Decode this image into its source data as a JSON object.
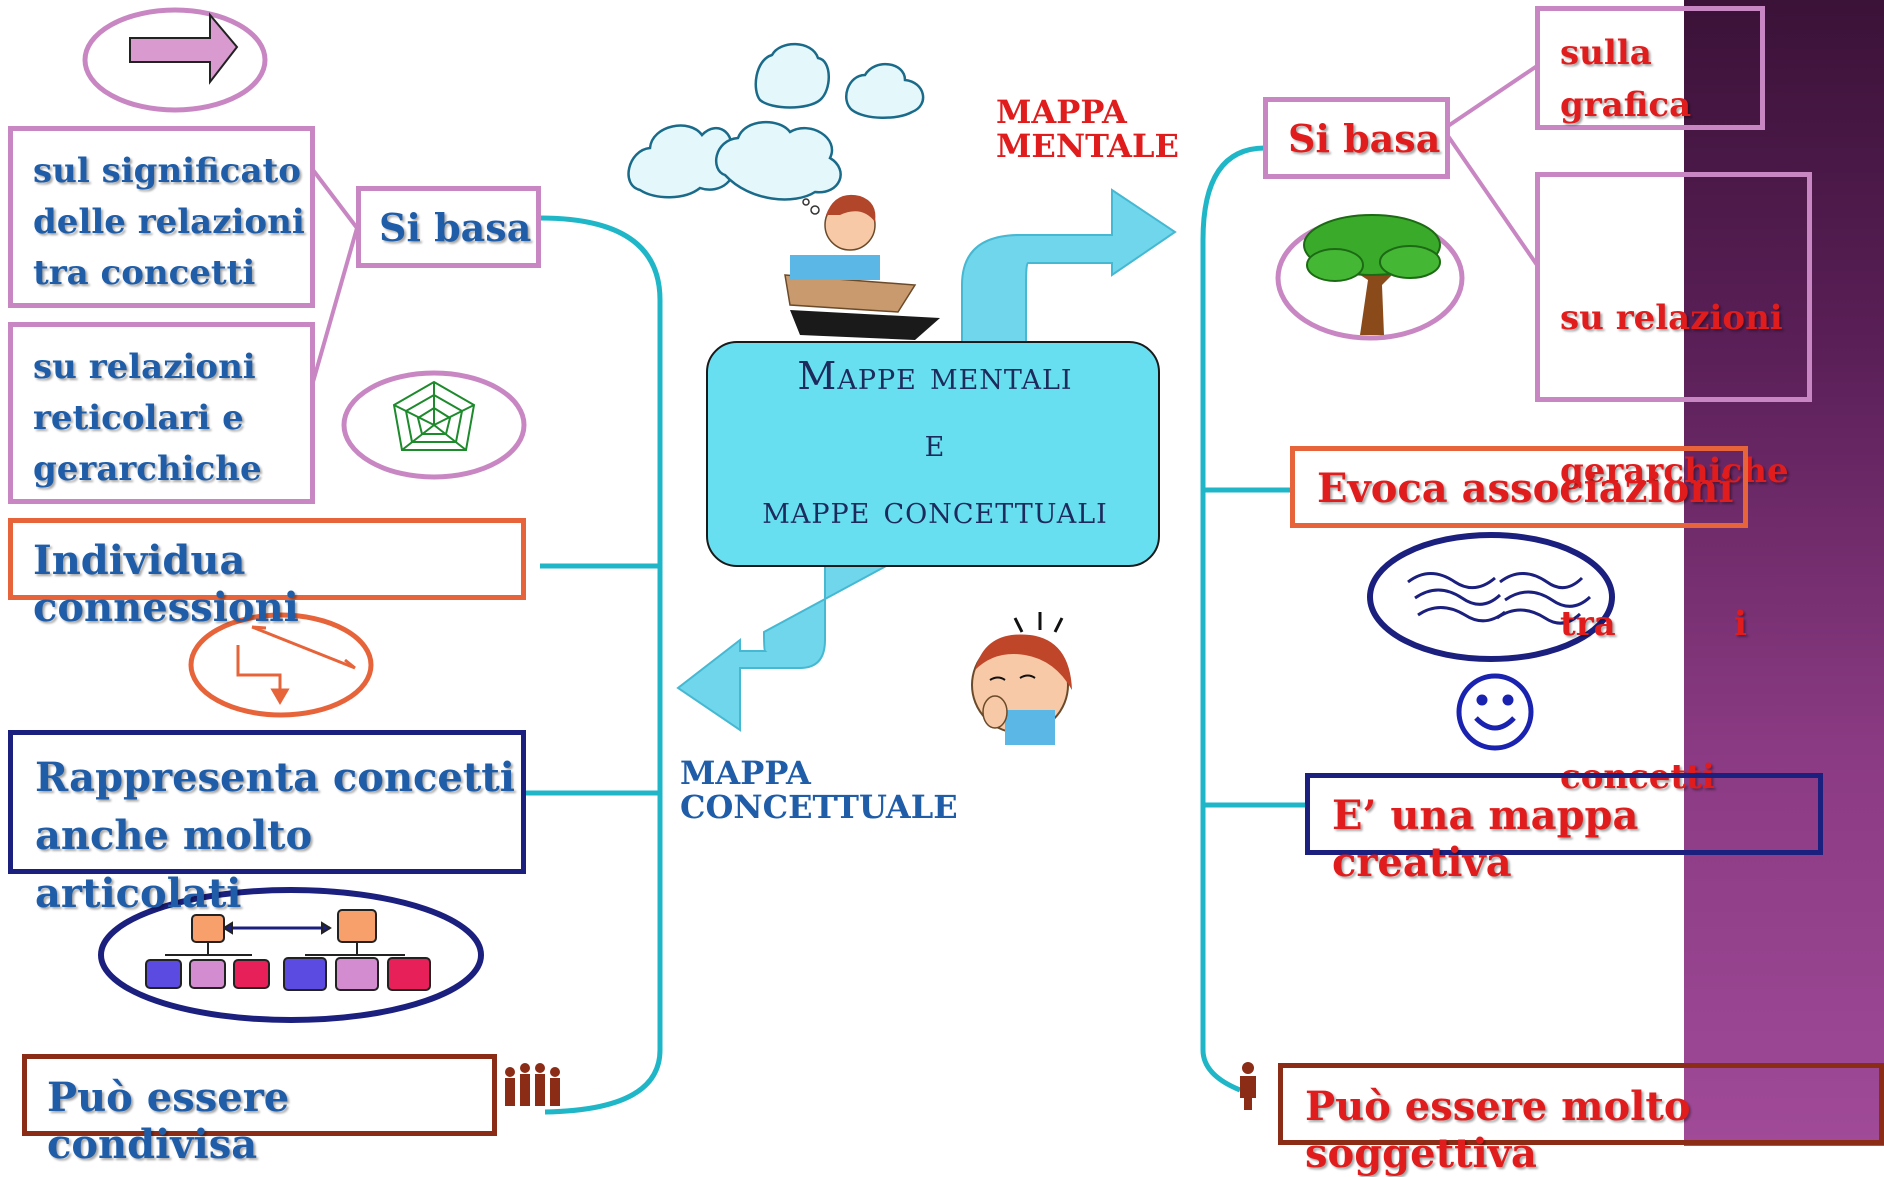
{
  "center": {
    "line1": "Mappe mentali",
    "line2": "e",
    "line3": "mappe concettuali"
  },
  "labels": {
    "mappa_mentale": [
      "MAPPA",
      "MENTALE"
    ],
    "mappa_concettuale": [
      "MAPPA",
      "CONCETTUALE"
    ]
  },
  "left": {
    "si_basa": "Si basa",
    "significato": [
      "sul significato",
      "delle relazioni",
      "tra concetti"
    ],
    "reticolari": [
      "su relazioni",
      "reticolari e",
      "gerarchiche"
    ],
    "connessioni": "Individua connessioni",
    "rappresenta": [
      "Rappresenta concetti",
      "anche molto articolati"
    ],
    "condivisa": "Può essere condivisa"
  },
  "right": {
    "si_basa": "Si basa",
    "grafica": [
      "sulla",
      "grafica"
    ],
    "gerarchiche": [
      "su relazioni",
      "gerarchiche",
      "tra          i",
      "concetti"
    ],
    "associazioni": "Evoca associazioni",
    "creativa": "E’ una mappa creativa",
    "soggettiva": "Può essere molto soggettiva"
  },
  "colors": {
    "connector": "#1fb6c8",
    "arrow": "#6fd6ec",
    "center_fill": "#68dff0",
    "violet": "#c887c3",
    "orange": "#e7643a",
    "navy": "#1b1f7e",
    "brown": "#8b2c17",
    "text_blue": "#1f5da8",
    "text_red": "#e01c1c"
  },
  "icons": [
    "right-arrow-icon",
    "cloud-icon",
    "thinking-student-icon",
    "spider-web-icon",
    "zigzag-arrows-icon",
    "confused-face-icon",
    "org-chart-icon",
    "people-group-icon",
    "tree-icon",
    "waves-icon",
    "smiley-icon",
    "person-icon"
  ]
}
